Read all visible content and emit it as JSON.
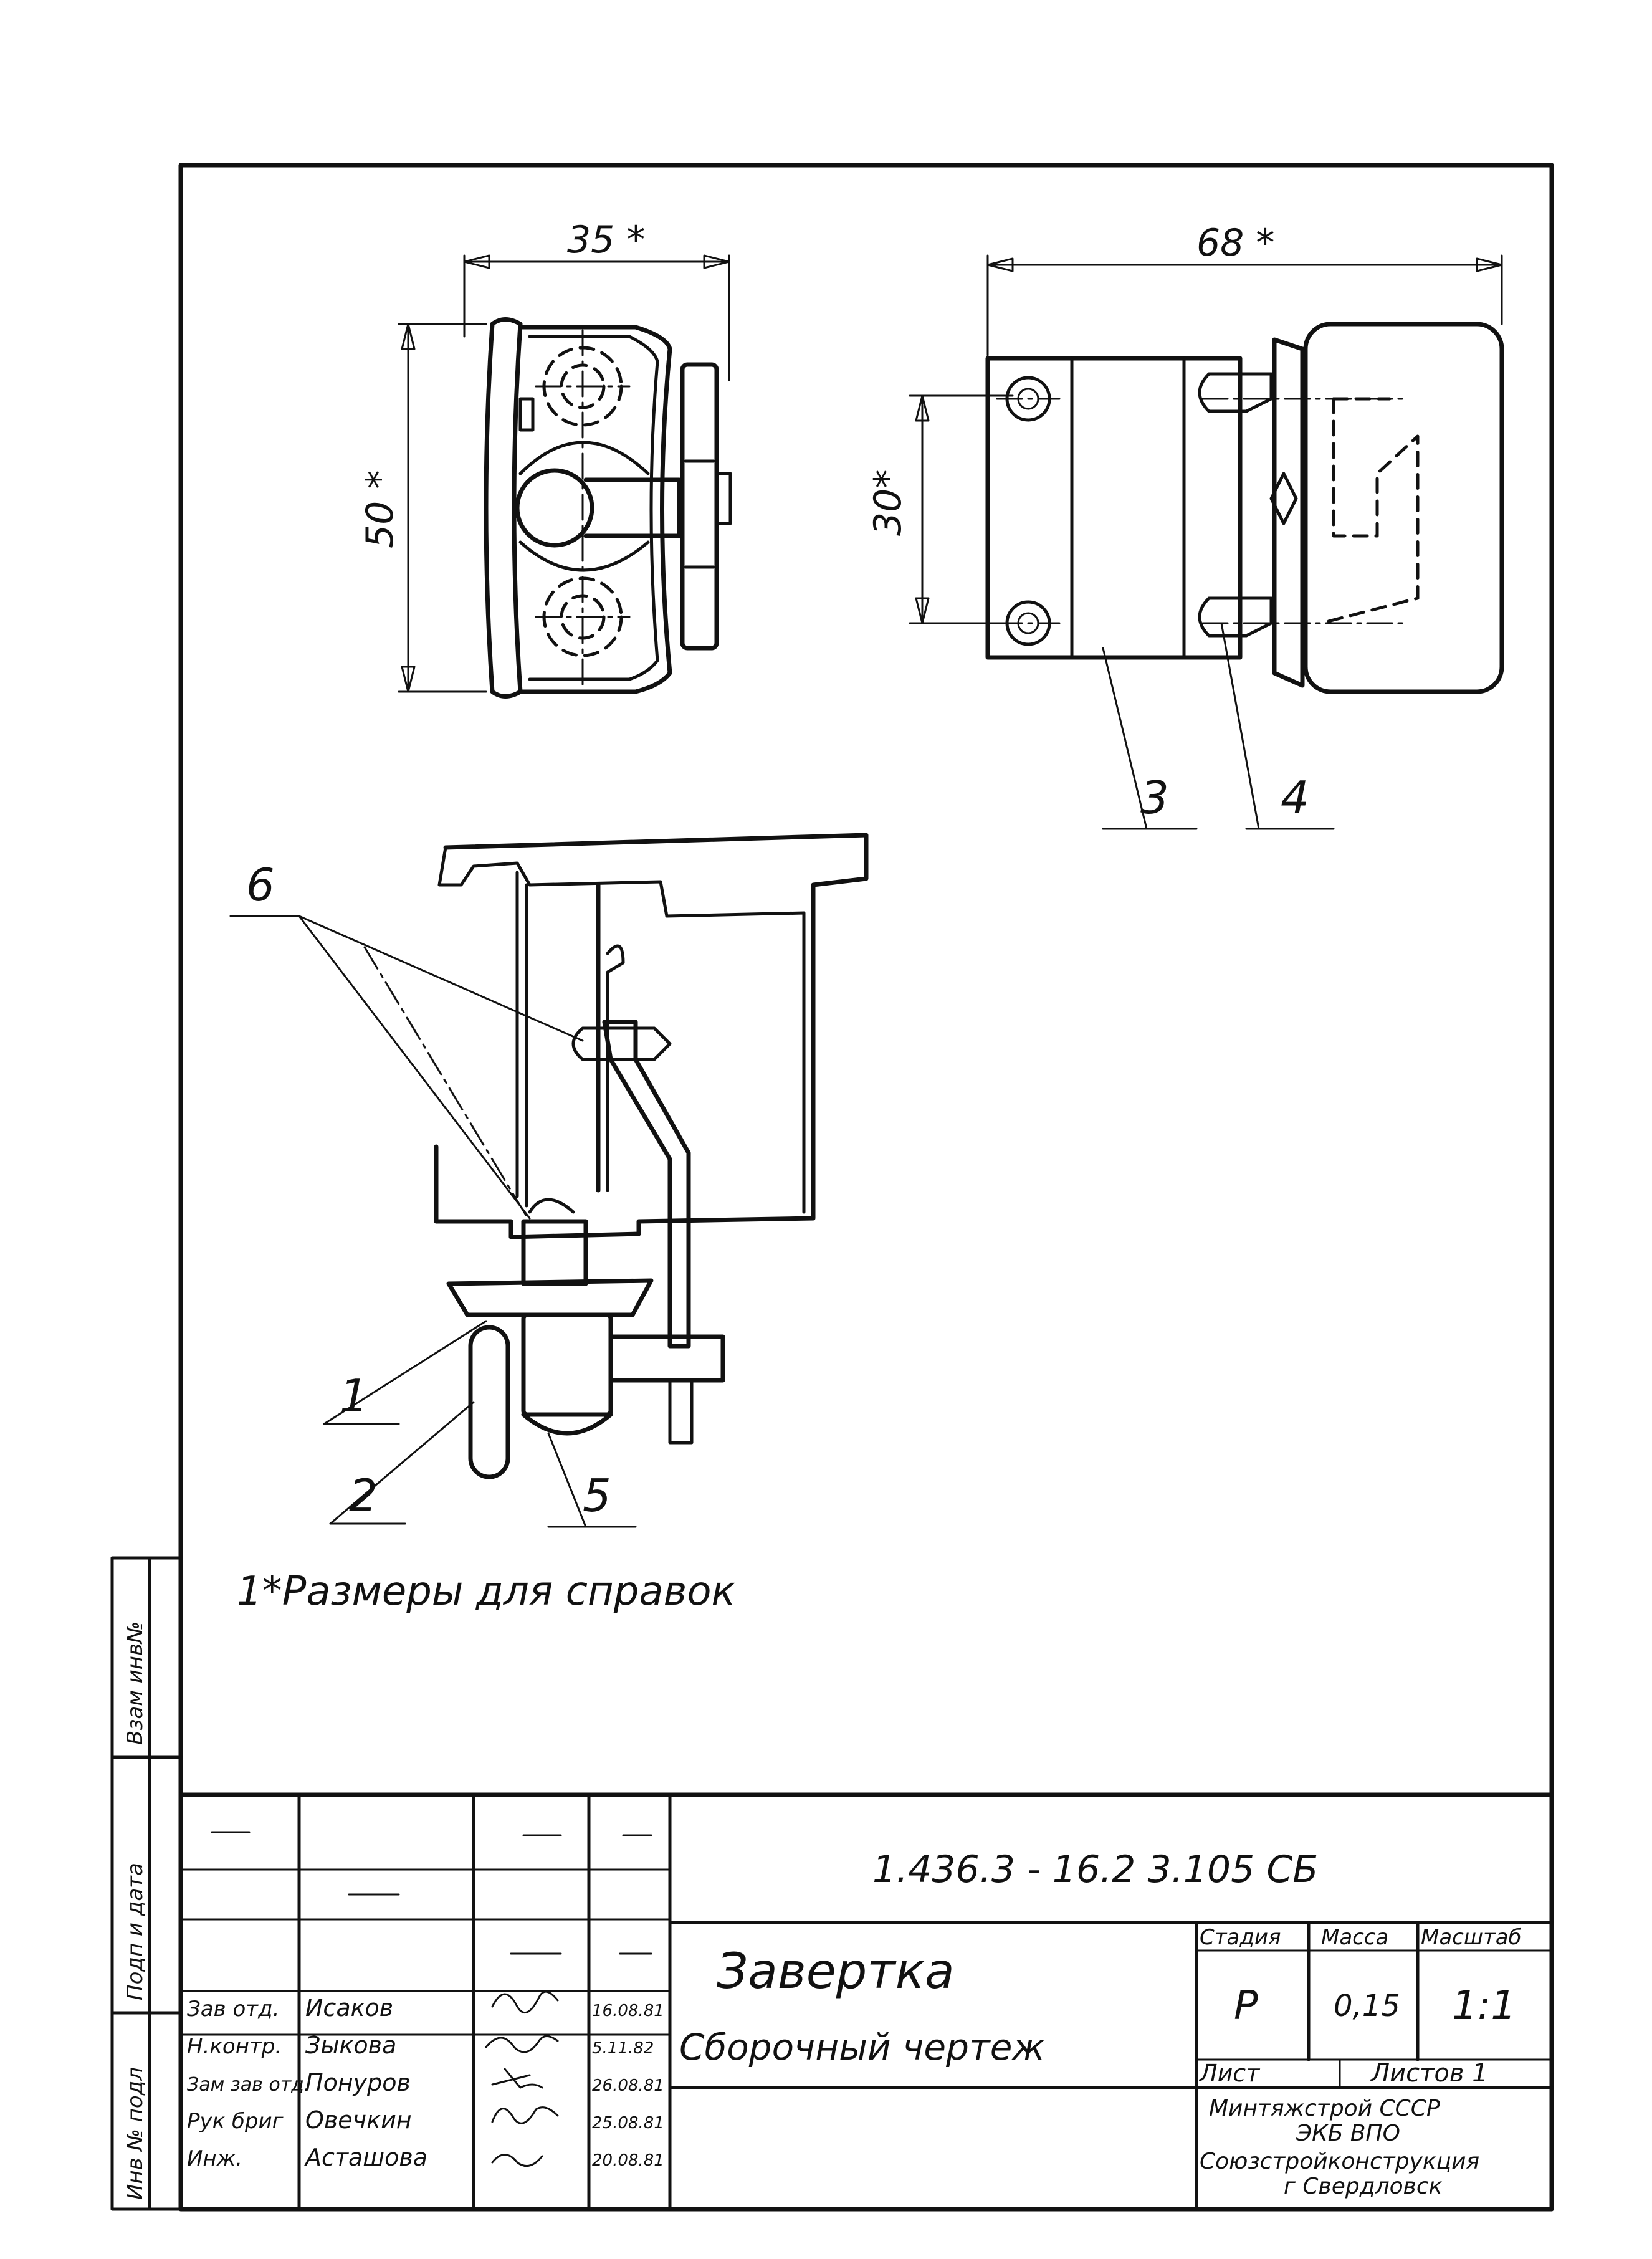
{
  "drawing": {
    "dimensions": {
      "front_width": "35 *",
      "front_height": "50 *",
      "side_width": "68 *",
      "side_height": "30*"
    },
    "callouts": [
      "1",
      "2",
      "3",
      "4",
      "5",
      "6"
    ],
    "note": "1*Размеры для справок"
  },
  "stamp": {
    "doc_number": "1.436.3 - 16.2  3.105 СБ",
    "title_line1": "Завертка",
    "title_line2": "Сборочный чертеж",
    "headers": {
      "stage": "Стадия",
      "mass": "Масса",
      "scale": "Масштаб"
    },
    "values": {
      "stage": "Р",
      "mass": "0,15",
      "scale": "1:1"
    },
    "sheet_label": "Лист",
    "sheets_label": "Листов 1",
    "organization": [
      "Минтяжстрой СССР",
      "ЭКБ ВПО",
      "Союзстройконструкция",
      "г Свердловск"
    ],
    "signers": [
      {
        "role": "Зав отд.",
        "name": "Исаков",
        "date": "16.08.81"
      },
      {
        "role": "Н.контр.",
        "name": "Зыкова",
        "date": "5.11.82"
      },
      {
        "role": "Зам зав отд.",
        "name": "Понуров",
        "date": "26.08.81"
      },
      {
        "role": "Рук бриг",
        "name": "Овечкин",
        "date": "25.08.81"
      },
      {
        "role": "Инж.",
        "name": "Асташова",
        "date": "20.08.81"
      }
    ]
  },
  "side_strip": {
    "labels": [
      "Взам инв№",
      "Подп и дата",
      "Инв № подл"
    ]
  }
}
